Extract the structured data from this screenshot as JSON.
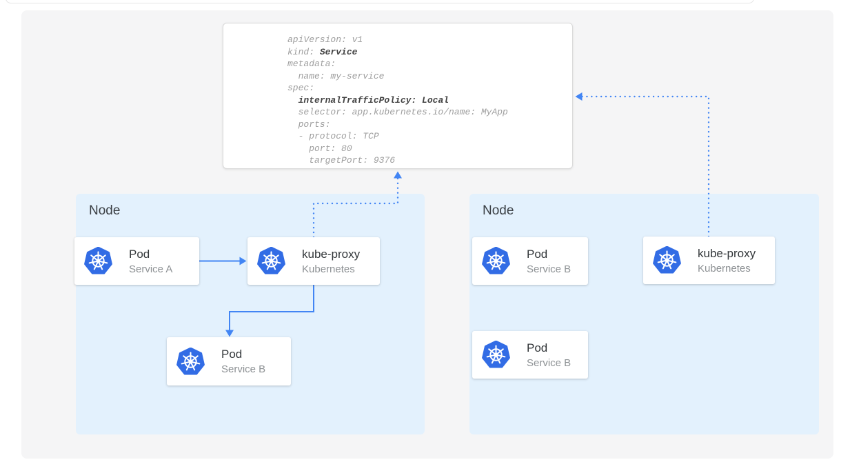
{
  "colors": {
    "accent_blue": "#4285f4",
    "kubernetes_blue": "#326ce5",
    "node_background": "#e3f1fd",
    "canvas_background": "#f5f5f6",
    "code_text": "#9e9e9e",
    "code_bold_text": "#424242",
    "card_title_text": "#33373a",
    "card_subtitle_text": "#8d9194"
  },
  "code_block": {
    "lines": [
      [
        {
          "t": "apiVersion: v1"
        }
      ],
      [
        {
          "t": "kind: "
        },
        {
          "t": "Service",
          "b": true
        }
      ],
      [
        {
          "t": "metadata:"
        }
      ],
      [
        {
          "t": "  name: my-service"
        }
      ],
      [
        {
          "t": "spec:"
        }
      ],
      [
        {
          "t": "  "
        },
        {
          "t": "internalTrafficPolicy: Local",
          "b": true
        }
      ],
      [
        {
          "t": "  selector: app.kubernetes.io/name: MyApp"
        }
      ],
      [
        {
          "t": "  ports:"
        }
      ],
      [
        {
          "t": "  - protocol: TCP"
        }
      ],
      [
        {
          "t": "    port: 80"
        }
      ],
      [
        {
          "t": "    targetPort: 9376"
        }
      ]
    ]
  },
  "nodes": [
    {
      "label": "Node"
    },
    {
      "label": "Node"
    }
  ],
  "cards": [
    {
      "title": "Pod",
      "subtitle": "Service A",
      "icon": "kubernetes-wheel-icon"
    },
    {
      "title": "kube-proxy",
      "subtitle": "Kubernetes",
      "icon": "kubernetes-wheel-icon"
    },
    {
      "title": "Pod",
      "subtitle": "Service B",
      "icon": "kubernetes-wheel-icon"
    },
    {
      "title": "Pod",
      "subtitle": "Service B",
      "icon": "kubernetes-wheel-icon"
    },
    {
      "title": "Pod",
      "subtitle": "Service B",
      "icon": "kubernetes-wheel-icon"
    },
    {
      "title": "kube-proxy",
      "subtitle": "Kubernetes",
      "icon": "kubernetes-wheel-icon"
    }
  ]
}
